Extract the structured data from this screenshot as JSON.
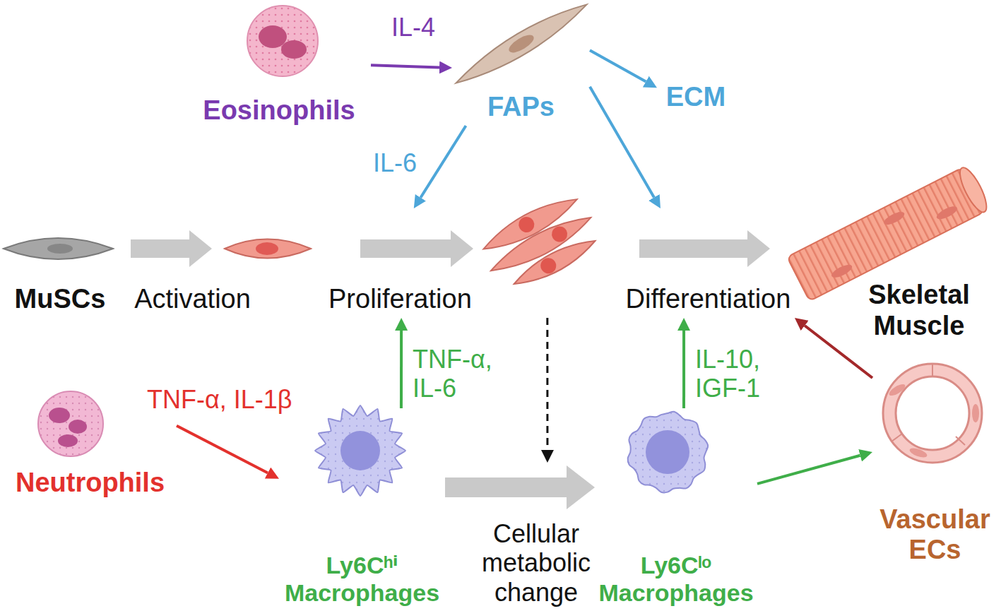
{
  "diagram": {
    "nodes": [
      {
        "text": [
          "Eosinophils"
        ]
      },
      {
        "text": [
          "FAPs"
        ]
      },
      {
        "text": [
          "ECM"
        ]
      },
      {
        "text": [
          "MuSCs"
        ]
      },
      {
        "text": [
          "Activation"
        ]
      },
      {
        "text": [
          "Proliferation"
        ]
      },
      {
        "text": [
          "Differentiation"
        ]
      },
      {
        "text": [
          "Skeletal Muscle"
        ]
      },
      {
        "text": [
          "Neutrophils"
        ]
      },
      {
        "text": [
          "Ly6Cʰⁱ Macrophages"
        ]
      },
      {
        "text": [
          "Cellular metabolic change"
        ]
      },
      {
        "text": [
          "Ly6Cˡᵒ Macrophages"
        ]
      },
      {
        "text": [
          "Vascular ECs"
        ]
      }
    ],
    "edges": [
      {
        "from": 0,
        "to": 1,
        "label": "IL-4",
        "arrow": "to"
      },
      {
        "from": 1,
        "to": 2,
        "arrow": "to"
      },
      {
        "from": 1,
        "to": 5,
        "label": "IL-6",
        "arrow": "to"
      },
      {
        "from": 1,
        "to": 6,
        "arrow": "to"
      },
      {
        "from": 8,
        "to": 9,
        "label": "TNF-α, IL-1β",
        "arrow": "to"
      },
      {
        "from": 9,
        "to": 5,
        "label": "TNF-α, IL-6",
        "arrow": "to"
      },
      {
        "from": 5,
        "to": 10,
        "arrow": "to"
      },
      {
        "from": 9,
        "to": 11,
        "arrow": "to"
      },
      {
        "from": 11,
        "to": 6,
        "label": "IL-10, IGF-1",
        "arrow": "to"
      },
      {
        "from": 11,
        "to": 12,
        "arrow": "to"
      },
      {
        "from": 12,
        "to": 6,
        "arrow": "to"
      }
    ]
  }
}
